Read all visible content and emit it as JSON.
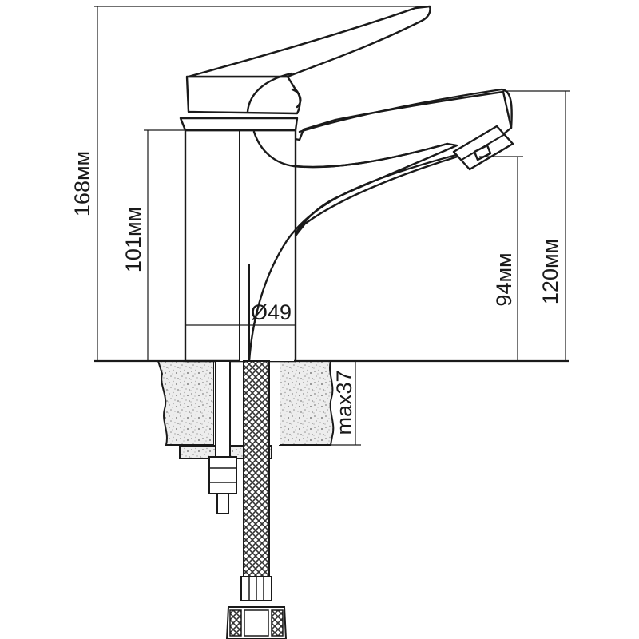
{
  "dimensions": {
    "total_height": "168мм",
    "body_height": "101мм",
    "spout_height": "94мм",
    "spout_top_height": "120мм",
    "base_diameter": "Ø49",
    "max_countertop": "max37"
  }
}
